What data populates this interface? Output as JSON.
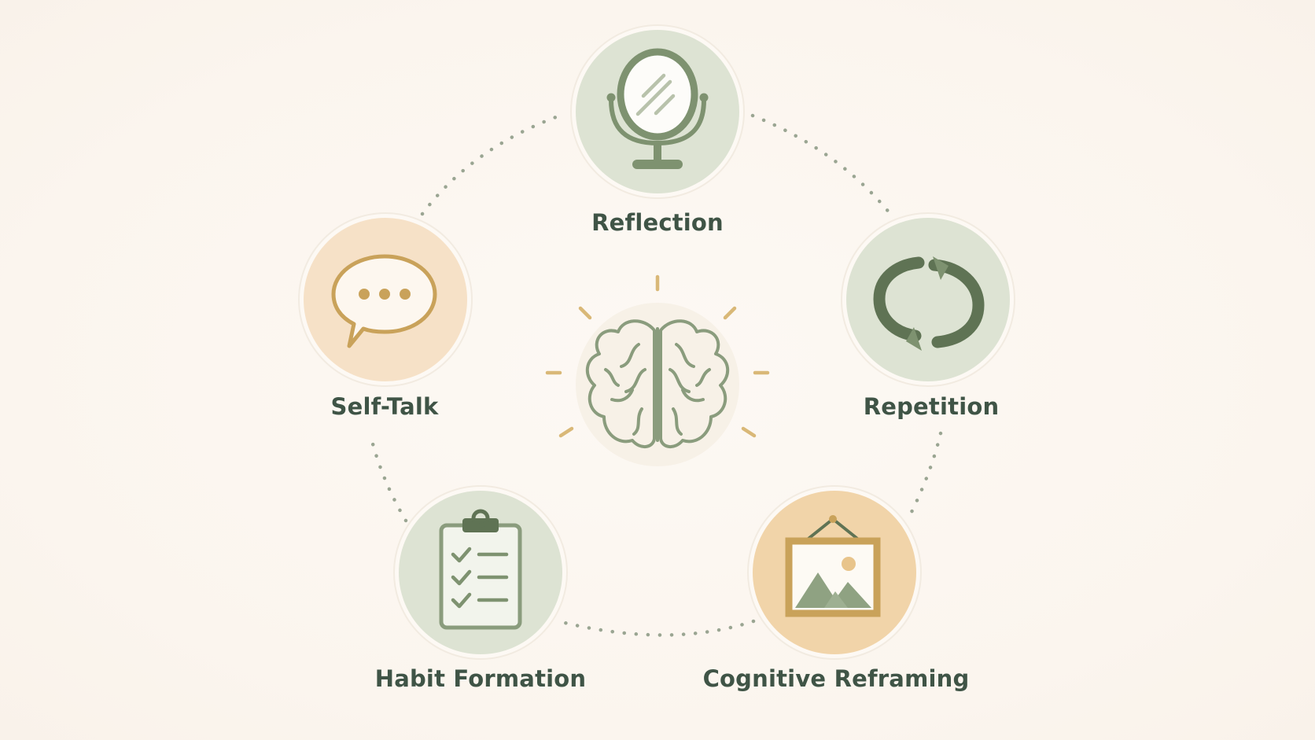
{
  "colors": {
    "background": "#fcf7f1",
    "sage_fill": "#dde3d3",
    "peach_fill": "#f6e1c7",
    "sage_line": "#8a9c7d",
    "dark_green": "#5f7354",
    "gold": "#c9a25a",
    "label_text": "#3f5446",
    "dots": "#9aa592"
  },
  "center": {
    "icon": "brain-icon"
  },
  "nodes": [
    {
      "key": "reflection",
      "label": "Reflection",
      "icon": "mirror-icon",
      "fill": "sage"
    },
    {
      "key": "repetition",
      "label": "Repetition",
      "icon": "cycle-arrows-icon",
      "fill": "sage"
    },
    {
      "key": "cognitive-reframing",
      "label": "Cognitive Reframing",
      "icon": "framed-picture-icon",
      "fill": "peach"
    },
    {
      "key": "habit-formation",
      "label": "Habit Formation",
      "icon": "checklist-clipboard-icon",
      "fill": "sage"
    },
    {
      "key": "self-talk",
      "label": "Self-Talk",
      "icon": "speech-bubble-icon",
      "fill": "peach"
    }
  ]
}
